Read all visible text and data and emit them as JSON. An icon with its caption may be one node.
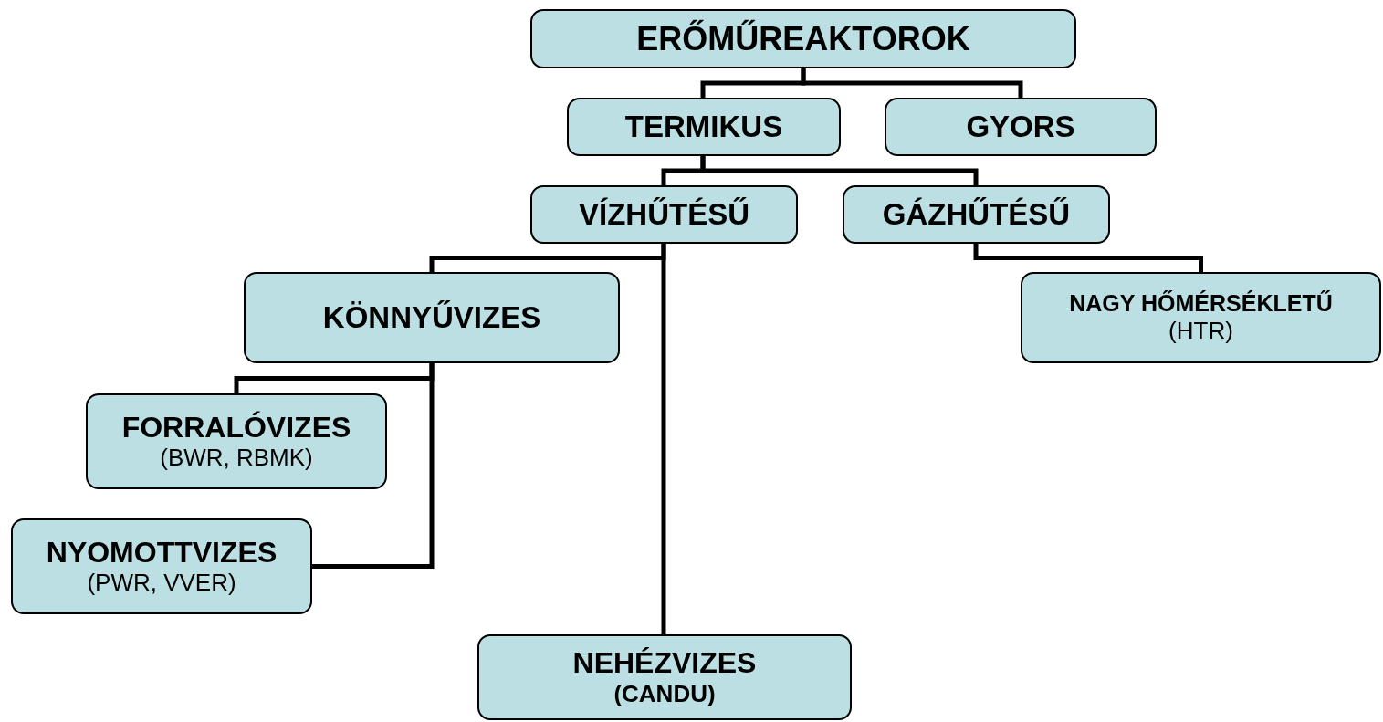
{
  "diagram": {
    "nodes": [
      {
        "text": [
          "ERŐMŰREAKTOROK"
        ]
      },
      {
        "text": [
          "TERMIKUS"
        ]
      },
      {
        "text": [
          "GYORS"
        ]
      },
      {
        "text": [
          "VÍZHŰTÉSŰ"
        ]
      },
      {
        "text": [
          "GÁZHŰTÉSŰ"
        ]
      },
      {
        "text": [
          "KÖNNYŰVIZES"
        ]
      },
      {
        "text": [
          "NAGY HŐMÉRSÉKLETŰ",
          "(HTR)"
        ]
      },
      {
        "text": [
          "FORRALÓVIZES",
          "(BWR, RBMK)"
        ]
      },
      {
        "text": [
          "NYOMOTTVIZES",
          "(PWR, VVER)"
        ]
      },
      {
        "text": [
          "NEHÉZVIZES",
          "**(CANDU)**"
        ]
      }
    ],
    "edges": [
      {
        "from": 0,
        "to": 1,
        "arrow": "none"
      },
      {
        "from": 0,
        "to": 2,
        "arrow": "none"
      },
      {
        "from": 1,
        "to": 3,
        "arrow": "none"
      },
      {
        "from": 1,
        "to": 4,
        "arrow": "none"
      },
      {
        "from": 3,
        "to": 5,
        "arrow": "none"
      },
      {
        "from": 3,
        "to": 9,
        "arrow": "none"
      },
      {
        "from": 4,
        "to": 6,
        "arrow": "none"
      },
      {
        "from": 5,
        "to": 7,
        "arrow": "none"
      },
      {
        "from": 5,
        "to": 8,
        "arrow": "none"
      }
    ]
  }
}
